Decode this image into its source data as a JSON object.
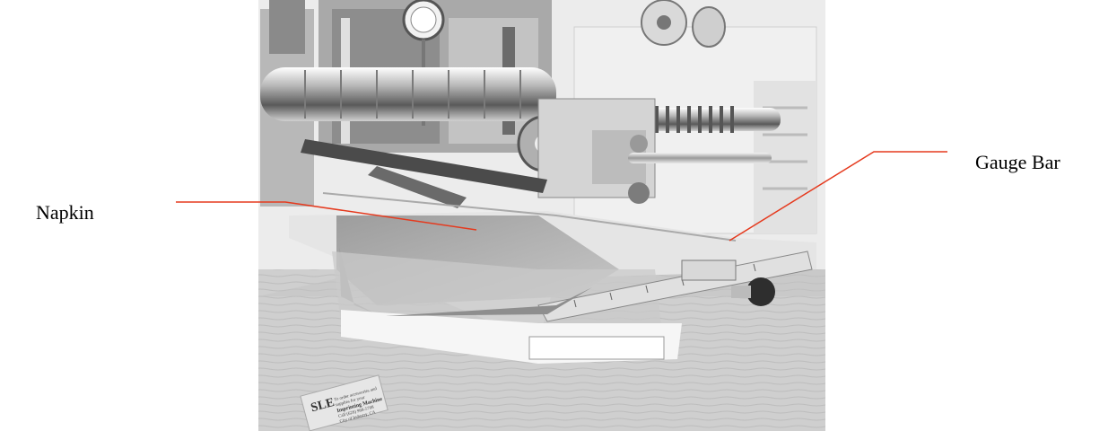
{
  "figure": {
    "subject": "imprinting-machine-photo",
    "labels": {
      "napkin": "Napkin",
      "gauge_bar": "Gauge Bar"
    },
    "sign_text": {
      "brand": "SLE",
      "line1": "To order accessories and",
      "line2": "supplies for your",
      "line3": "Imprinting Machine",
      "line4": "Call (626) 968-5708",
      "line5": "City of Industry, CA"
    },
    "colors": {
      "leader_line": "#e53a1e",
      "background": "#ffffff",
      "photo_base": "#d8d8d8"
    }
  }
}
